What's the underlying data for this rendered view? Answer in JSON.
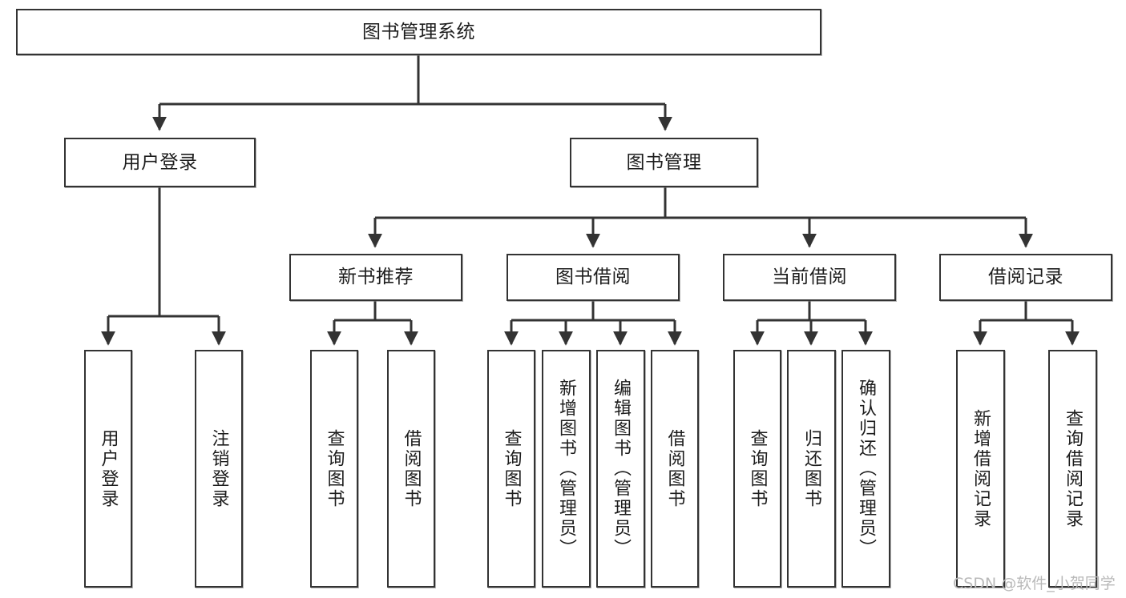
{
  "diagram": {
    "title": "图书管理系统",
    "type": "hierarchy-tree",
    "watermark": "CSDN @软件_小贺同学",
    "colors": {
      "node_border": "#333333",
      "node_fill": "#ffffff",
      "edge": "#333333",
      "text": "#1d1d1d",
      "watermark": "#b9b9b9"
    },
    "levels": {
      "level1": [
        {
          "id": "root",
          "label": "图书管理系统"
        }
      ],
      "level2": [
        {
          "id": "user-login",
          "label": "用户登录"
        },
        {
          "id": "book-manage",
          "label": "图书管理"
        }
      ],
      "level3": [
        {
          "id": "new-book-rec",
          "label": "新书推荐",
          "parent": "book-manage"
        },
        {
          "id": "book-borrow",
          "label": "图书借阅",
          "parent": "book-manage"
        },
        {
          "id": "current-borrow",
          "label": "当前借阅",
          "parent": "book-manage"
        },
        {
          "id": "borrow-record",
          "label": "借阅记录",
          "parent": "book-manage"
        }
      ],
      "level4": [
        {
          "id": "leaf-user-login",
          "label": "用户登录",
          "parent": "user-login"
        },
        {
          "id": "leaf-user-logout",
          "label": "注销登录",
          "parent": "user-login"
        },
        {
          "id": "leaf-query-book-1",
          "label": "查询图书",
          "parent": "new-book-rec"
        },
        {
          "id": "leaf-borrow-book-1",
          "label": "借阅图书",
          "parent": "new-book-rec"
        },
        {
          "id": "leaf-query-book-2",
          "label": "查询图书",
          "parent": "book-borrow"
        },
        {
          "id": "leaf-add-book",
          "label": "新增图书（管理员）",
          "parent": "book-borrow"
        },
        {
          "id": "leaf-edit-book",
          "label": "编辑图书（管理员）",
          "parent": "book-borrow"
        },
        {
          "id": "leaf-borrow-book-2",
          "label": "借阅图书",
          "parent": "book-borrow"
        },
        {
          "id": "leaf-query-book-3",
          "label": "查询图书",
          "parent": "current-borrow"
        },
        {
          "id": "leaf-return-book",
          "label": "归还图书",
          "parent": "current-borrow"
        },
        {
          "id": "leaf-confirm-return",
          "label": "确认归还（管理员）",
          "parent": "current-borrow"
        },
        {
          "id": "leaf-add-record",
          "label": "新增借阅记录",
          "parent": "borrow-record"
        },
        {
          "id": "leaf-query-record",
          "label": "查询借阅记录",
          "parent": "borrow-record"
        }
      ]
    }
  }
}
